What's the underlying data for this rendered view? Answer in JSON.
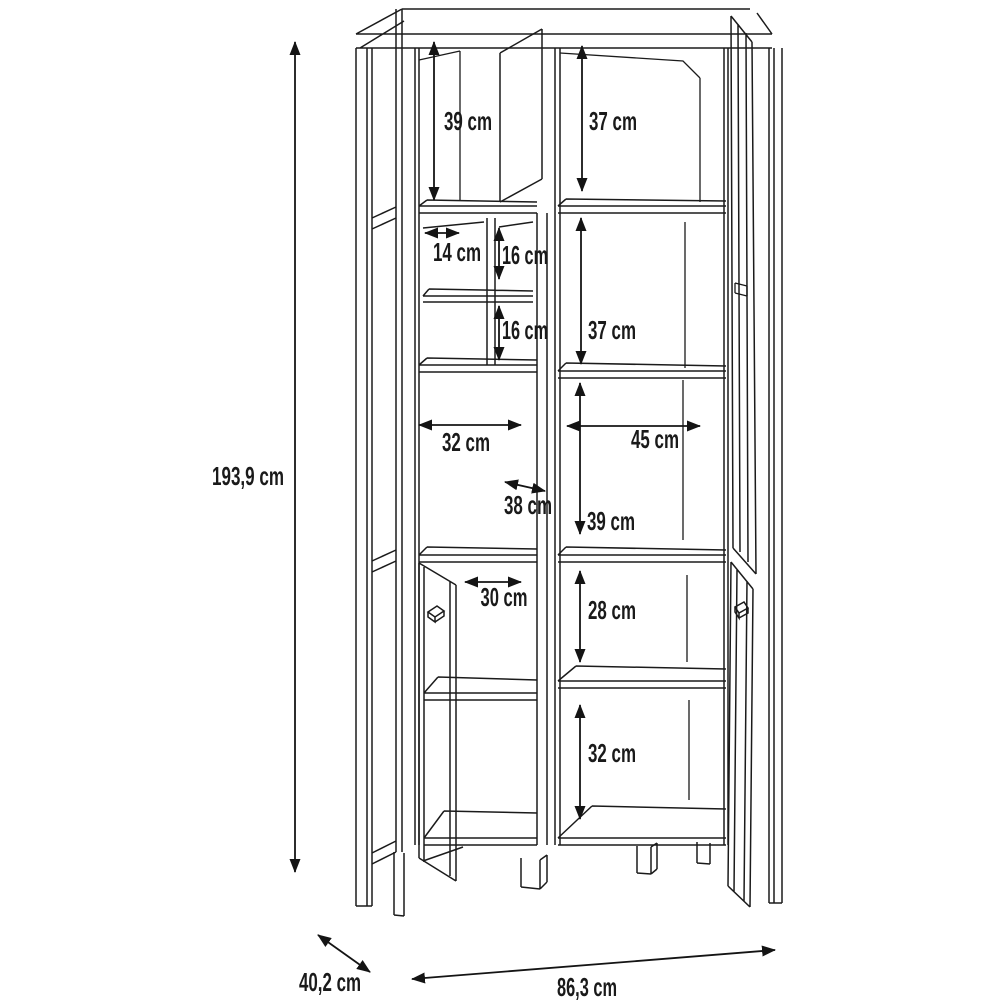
{
  "colors": {
    "background": "#ffffff",
    "line": "#1b1b1b",
    "text": "#1a1a1a"
  },
  "diagram": {
    "kind": "furniture-dimension-line-drawing",
    "subject": "tall display cabinet with metal frame, two compartment columns, cubby insert and three open doors",
    "units": "cm",
    "overall": {
      "height": "193,9 cm",
      "depth": "40,2 cm",
      "width": "86,3 cm"
    },
    "dims": {
      "left_top_height": {
        "label": "39 cm"
      },
      "right_top_height": {
        "label": "37 cm"
      },
      "cubby_width": {
        "label": "14 cm"
      },
      "cubby_upper_height": {
        "label": "16 cm"
      },
      "cubby_lower_height": {
        "label": "16 cm"
      },
      "right_mid_height": {
        "label": "37 cm"
      },
      "left_inner_width": {
        "label": "32 cm"
      },
      "right_inner_width": {
        "label": "45 cm"
      },
      "inner_depth": {
        "label": "38 cm"
      },
      "right_shelf_height": {
        "label": "39 cm"
      },
      "door_inner_width": {
        "label": "30 cm"
      },
      "right_lower_height": {
        "label": "28 cm"
      },
      "right_bottom_height": {
        "label": "32 cm"
      }
    }
  }
}
